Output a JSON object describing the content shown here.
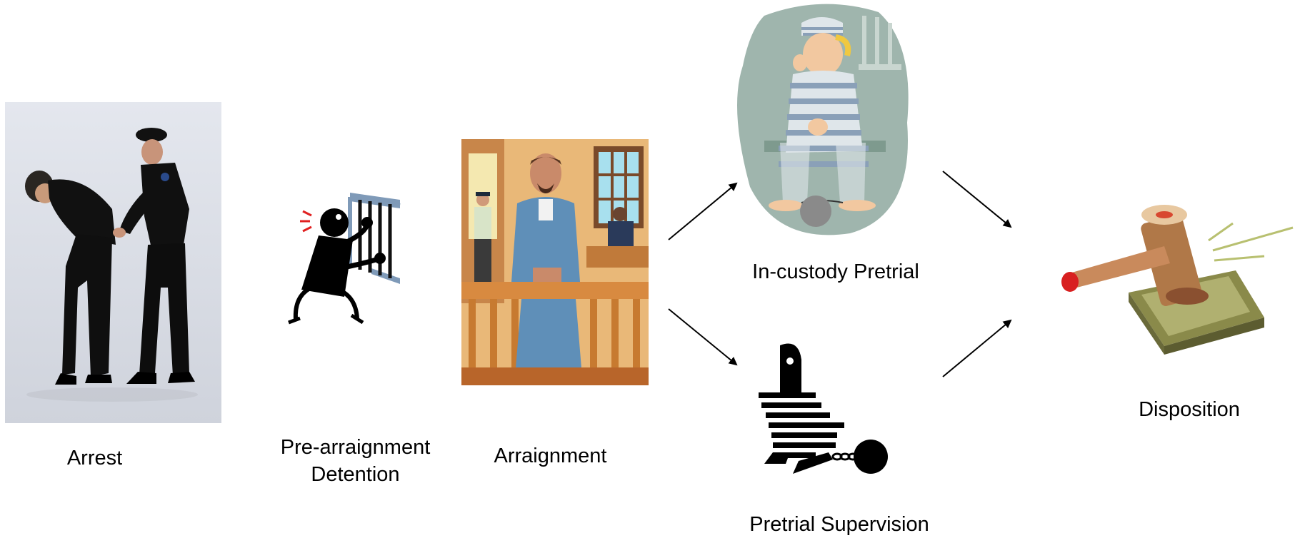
{
  "stages": {
    "arrest": {
      "label": "Arrest",
      "icon": "arrest-photo"
    },
    "pre_arraignment": {
      "label_line1": "Pre-arraignment",
      "label_line2": "Detention",
      "icon": "jailed-stick-figure-icon"
    },
    "arraignment": {
      "label": "Arraignment",
      "icon": "courtroom-illustration"
    },
    "in_custody": {
      "label": "In-custody Pretrial",
      "icon": "prisoner-in-cell-illustration"
    },
    "supervision": {
      "label": "Pretrial Supervision",
      "icon": "ball-and-chain-figure-icon"
    },
    "disposition": {
      "label": "Disposition",
      "icon": "gavel-icon"
    }
  },
  "colors": {
    "arrow": "#000000",
    "cell_bg": "#9fb5ad",
    "jumpsuit": "#5f8fb8",
    "gavel": "#b07848"
  }
}
